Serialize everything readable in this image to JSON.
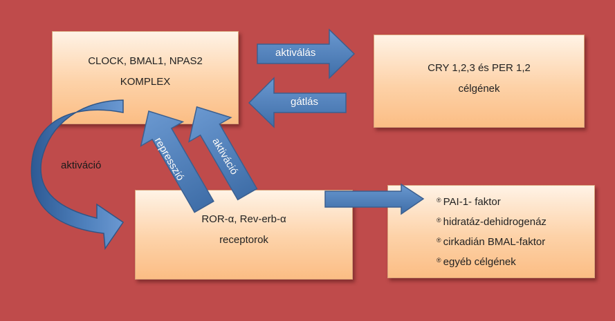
{
  "boxes": {
    "clock": {
      "line1": "CLOCK, BMAL1, NPAS2",
      "line2": "KOMPLEX"
    },
    "cry": {
      "line1": "CRY 1,2,3 és PER 1,2",
      "line2": "célgének"
    },
    "ror": {
      "line1": "ROR-α, Rev-erb-α",
      "line2": "receptorok"
    },
    "targets": {
      "items": [
        "PAI-1- faktor",
        "hidratáz-dehidrogenáz",
        "cirkadián BMAL-faktor",
        "egyéb célgének"
      ]
    }
  },
  "arrows": {
    "aktivalas": "aktiválás",
    "gatlas": "gátlás",
    "aktivacio_curve": "aktiváció",
    "represszio": "represszió",
    "aktivacio_diag": "aktiváció"
  },
  "colors": {
    "background": "#bf4b4b",
    "arrow_fill": "#4f81bd",
    "arrow_stroke": "#3b5f8f",
    "box_fill_top": "#fff3e6",
    "box_fill_bottom": "#fbbd84"
  }
}
